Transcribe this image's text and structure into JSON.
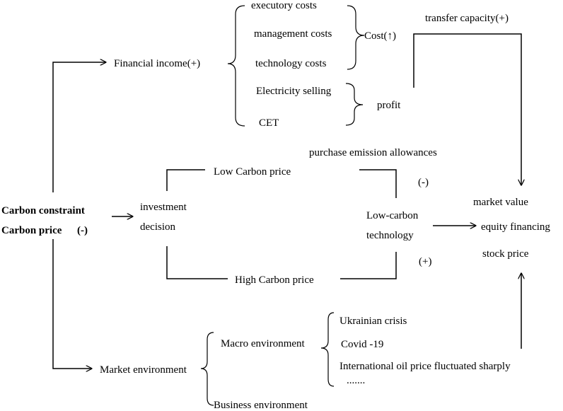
{
  "colors": {
    "line": "#000000",
    "background": "#ffffff",
    "text": "#000000"
  },
  "root": {
    "line1": "Carbon constraint",
    "line2": "Carbon price",
    "sign": "(-)"
  },
  "financial": {
    "income": "Financial income(+)",
    "executory": "executory costs",
    "management": "management costs",
    "technology_costs": "technology costs",
    "cost": "Cost(↑)",
    "electricity": "Electricity selling",
    "cet": "CET",
    "profit": "profit",
    "transfer": "transfer capacity(+)"
  },
  "investment": {
    "decision_line1": "investment",
    "decision_line2": "decision",
    "low_price": "Low Carbon price",
    "high_price": "High Carbon price",
    "purchase": "purchase emission allowances",
    "minus": "(-)",
    "plus": "(+)",
    "tech_line1": "Low-carbon",
    "tech_line2": "technology"
  },
  "outcome": {
    "market_value": "market value",
    "equity": "equity financing",
    "stock": "stock price"
  },
  "market": {
    "environment": "Market environment",
    "macro": "Macro environment",
    "business": "Business environment",
    "ukraine": "Ukrainian crisis",
    "covid": "Covid -19",
    "oil": "International oil price fluctuated sharply",
    "etc": "......."
  }
}
